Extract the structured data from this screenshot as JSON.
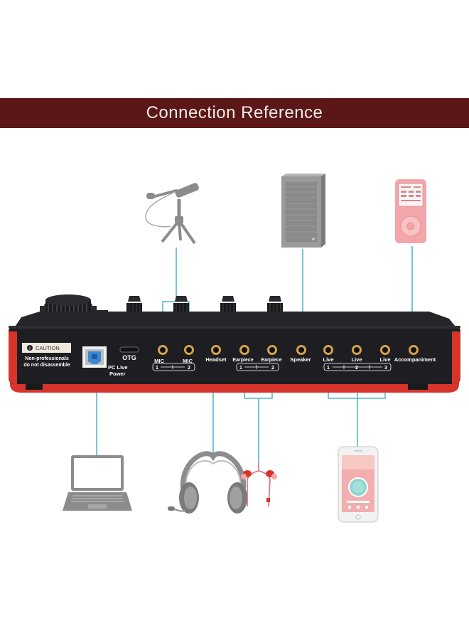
{
  "header": {
    "title": "Connection Reference"
  },
  "device": {
    "caution_title": "CAUTION",
    "caution_line1": "Non-professionals",
    "caution_line2": "do not disassemble",
    "otg_label": "OTG",
    "pc_label_line1": "PC Live",
    "pc_label_line2": "Power",
    "ports": [
      {
        "id": "mic-1",
        "label": "MIC"
      },
      {
        "id": "mic-2",
        "label": "MIC"
      },
      {
        "id": "headset",
        "label": "Headset"
      },
      {
        "id": "earpiece-1",
        "label": "Earpiece"
      },
      {
        "id": "earpiece-2",
        "label": "Earpiece"
      },
      {
        "id": "speaker",
        "label": "Speaker"
      },
      {
        "id": "live-1",
        "label": "Live"
      },
      {
        "id": "live-2",
        "label": "Live"
      },
      {
        "id": "live-3",
        "label": "Live"
      },
      {
        "id": "accompaniment",
        "label": "Accompaniment"
      }
    ],
    "scale_mic": [
      "1",
      "2"
    ],
    "scale_earpiece": [
      "1",
      "2"
    ],
    "scale_live": [
      "1",
      "2",
      "3"
    ]
  },
  "colors": {
    "banner": "#5b1717",
    "device_body": "#1e1e22",
    "device_accent": "#d8342b",
    "connector_line": "#2aa7c4",
    "jack_ring": "#d4a24a",
    "peripheral_gray": "#8c8c8c",
    "player_pink": "#f3a6a9"
  },
  "icons": [
    "microphone-icon",
    "speaker-icon",
    "music-player-icon",
    "laptop-icon",
    "headphones-icon",
    "earphones-icon",
    "smartphone-icon"
  ]
}
